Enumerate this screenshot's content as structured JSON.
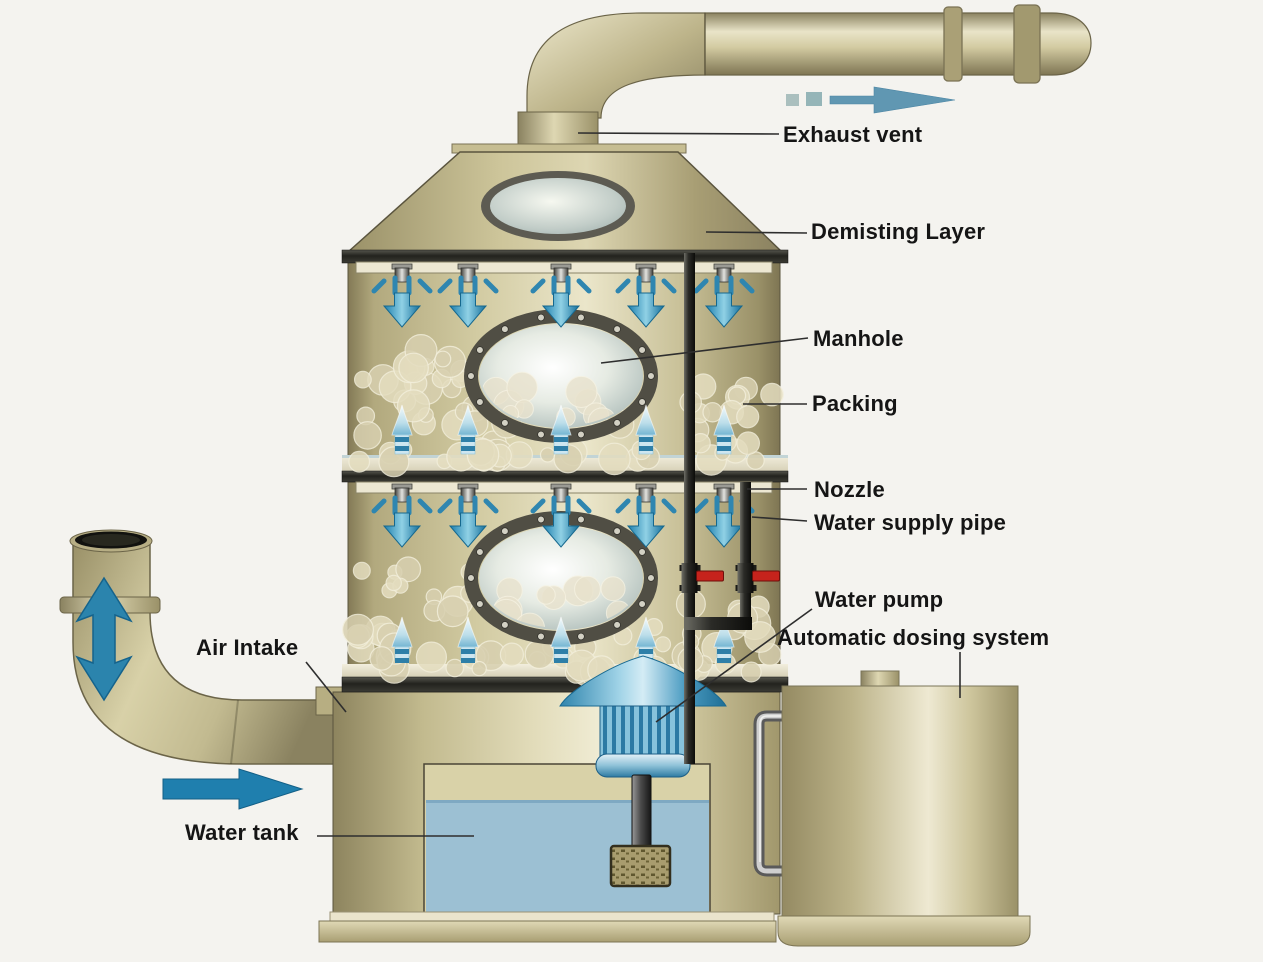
{
  "diagram": {
    "type": "wet-scrubber-equipment-schematic",
    "labels": {
      "exhaust_vent": {
        "text": "Exhaust vent"
      },
      "demisting_layer": {
        "text": "Demisting Layer"
      },
      "manhole": {
        "text": "Manhole"
      },
      "packing": {
        "text": "Packing"
      },
      "nozzle": {
        "text": "Nozzle"
      },
      "water_supply_pipe": {
        "text": "Water supply pipe"
      },
      "water_pump": {
        "text": "Water pump"
      },
      "automatic_dosing_system": {
        "text": "Automatic dosing system"
      },
      "air_intake": {
        "text": "Air Intake"
      },
      "water_tank": {
        "text": "Water tank"
      }
    },
    "icons": {
      "exhaust-flow-arrow": "dashed right arrow",
      "air-flow-arrow": "vertical double arrow",
      "inlet-flow-arrow": "right arrow",
      "spray-arrow": "down arrow with spray dashes",
      "gas-up-arrow": "upward spear arrow"
    }
  },
  "colors": {
    "background": "#f4f3ef",
    "shell_khaki": "#c6bd92",
    "shell_highlight": "#ebe6ca",
    "shell_shadow": "#837a56",
    "band_dark": "#23231e",
    "flow_blue": "#2b84ad",
    "spray_blue": "#2f86b0",
    "up_arrow_blue": "#74b5d2",
    "water_blue": "#9cc0d3",
    "pump_blue": "#87c3dc",
    "valve_red": "#c6231c",
    "pipe_black": "#1c1c18",
    "label_text": "#151515",
    "leader_line": "#2e2e2e"
  }
}
